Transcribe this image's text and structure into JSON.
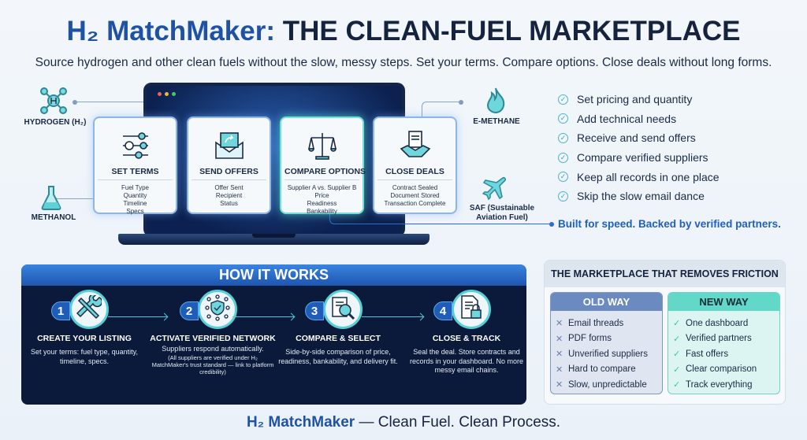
{
  "header": {
    "brand": "H₂ MatchMaker:",
    "title": "THE CLEAN-FUEL MARKETPLACE",
    "subtitle": "Source hydrogen and other clean fuels without the slow, messy steps. Set your terms. Compare options. Close deals without long forms."
  },
  "fuels": {
    "hydrogen": "HYDROGEN (H₂)",
    "methanol": "METHANOL",
    "emethane": "E-METHANE",
    "saf": "SAF (Sustainable Aviation Fuel)"
  },
  "cards": [
    {
      "title": "SET TERMS",
      "lines": [
        "Fuel Type",
        "Quantity",
        "Timeline",
        "Specs"
      ],
      "icon": "sliders-gear-icon"
    },
    {
      "title": "SEND OFFERS",
      "lines": [
        "Offer Sent",
        "Recipient",
        "Status"
      ],
      "icon": "envelope-icon"
    },
    {
      "title": "COMPARE OPTIONS",
      "lines": [
        "Supplier A vs. Supplier B",
        "Price",
        "Readiness",
        "Bankability"
      ],
      "icon": "scales-icon"
    },
    {
      "title": "CLOSE DEALS",
      "lines": [
        "Contract Sealed",
        "Document Stored",
        "Transaction Complete"
      ],
      "icon": "handshake-icon"
    }
  ],
  "checklist": [
    "Set pricing and quantity",
    "Add technical needs",
    "Receive and send offers",
    "Compare verified suppliers",
    "Keep all records in one place",
    "Skip the slow email dance"
  ],
  "tagline": "Built for speed. Backed by verified partners.",
  "how_it_works": {
    "title": "HOW IT WORKS",
    "steps": [
      {
        "num": "1",
        "title": "CREATE YOUR LISTING",
        "desc": "Set your terms: fuel type, quantity, timeline, specs.",
        "note": "",
        "icon": "tools-icon"
      },
      {
        "num": "2",
        "title": "ACTIVATE VERIFIED NETWORK",
        "desc": "Suppliers respond automatically.",
        "note": "(All suppliers are verified under H₂ MatchMaker's trust standard — link to platform credibility)",
        "icon": "shield-network-icon"
      },
      {
        "num": "3",
        "title": "COMPARE & SELECT",
        "desc": "Side-by-side comparison of price, readiness, bankability, and delivery fit.",
        "note": "",
        "icon": "document-search-icon"
      },
      {
        "num": "4",
        "title": "CLOSE & TRACK",
        "desc": "Seal the deal. Store contracts and records in your dashboard. No more messy email chains.",
        "note": "",
        "icon": "document-lock-icon"
      }
    ]
  },
  "friction": {
    "title": "THE MARKETPLACE THAT REMOVES FRICTION",
    "old_title": "OLD WAY",
    "old_items": [
      "Email threads",
      "PDF forms",
      "Unverified suppliers",
      "Hard to compare",
      "Slow, unpredictable"
    ],
    "new_title": "NEW WAY",
    "new_items": [
      "One dashboard",
      "Verified partners",
      "Fast offers",
      "Clear comparison",
      "Track everything"
    ]
  },
  "footer": {
    "brand": "H₂ MatchMaker",
    "tagline": " — Clean Fuel. Clean Process."
  },
  "colors": {
    "brand": "#1f52a3",
    "navy": "#0b1a3a",
    "teal": "#56d0d8",
    "accent_blue": "#1f5fc0"
  }
}
